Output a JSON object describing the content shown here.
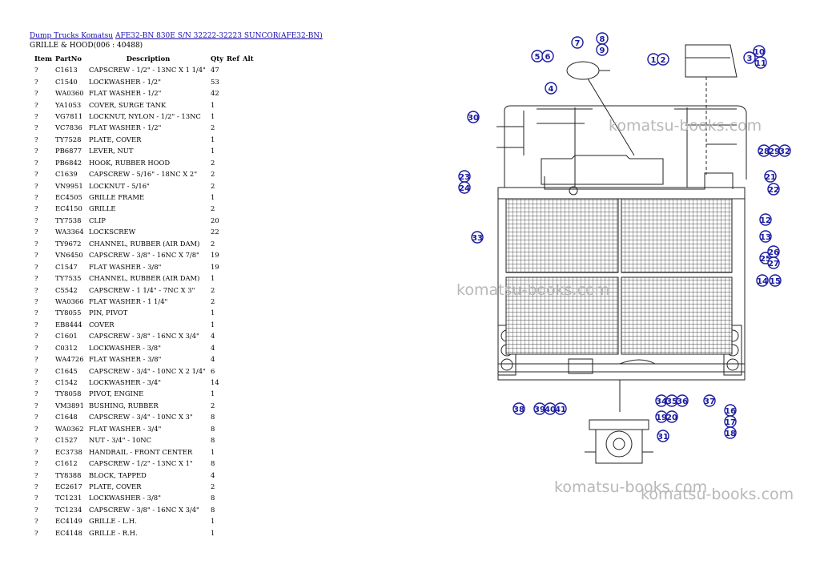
{
  "breadcrumb": {
    "link1": "Dump Trucks Komatsu",
    "link2": "AFE32-BN 830E S/N 32222-32223 SUNCOR(AFE32-BN)"
  },
  "subtitle": "GRILLE & HOOD(006 : 40488)",
  "table": {
    "headers": [
      "Item",
      "PartNo",
      "Description",
      "Qty",
      "Ref",
      "Alt"
    ],
    "rows": [
      [
        "?",
        "C1613",
        "CAPSCREW - 1/2\" - 13NC X 1 1/4\"",
        "47"
      ],
      [
        "?",
        "C1540",
        "LOCKWASHER - 1/2\"",
        "53"
      ],
      [
        "?",
        "WA0360",
        "FLAT WASHER - 1/2\"",
        "42"
      ],
      [
        "?",
        "YA1053",
        "COVER, SURGE TANK",
        "1"
      ],
      [
        "?",
        "VG7811",
        "LOCKNUT, NYLON - 1/2\" - 13NC",
        "1"
      ],
      [
        "?",
        "VC7836",
        "FLAT WASHER - 1/2\"",
        "2"
      ],
      [
        "?",
        "TY7528",
        "PLATE, COVER",
        "1"
      ],
      [
        "?",
        "PB6877",
        "LEVER, NUT",
        "1"
      ],
      [
        "?",
        "PB6842",
        "HOOK, RUBBER HOOD",
        "2"
      ],
      [
        "?",
        "C1639",
        "CAPSCREW - 5/16\" - 18NC X 2\"",
        "2"
      ],
      [
        "?",
        "VN9951",
        "LOCKNUT - 5/16\"",
        "2"
      ],
      [
        "?",
        "EC4505",
        "GRILLE FRAME",
        "1"
      ],
      [
        "?",
        "EC4150",
        "GRILLE",
        "2"
      ],
      [
        "?",
        "TY7538",
        "CLIP",
        "20"
      ],
      [
        "?",
        "WA3364",
        "LOCKSCREW",
        "22"
      ],
      [
        "?",
        "TY9672",
        "CHANNEL, RUBBER (AIR DAM)",
        "2"
      ],
      [
        "?",
        "VN6450",
        "CAPSCREW - 3/8\" - 16NC X 7/8\"",
        "19"
      ],
      [
        "?",
        "C1547",
        "FLAT WASHER - 3/8\"",
        "19"
      ],
      [
        "?",
        "TY7535",
        "CHANNEL, RUBBER (AIR DAM)",
        "1"
      ],
      [
        "?",
        "C5542",
        "CAPSCREW - 1 1/4\" - 7NC X 3\"",
        "2"
      ],
      [
        "?",
        "WA0366",
        "FLAT WASHER - 1 1/4\"",
        "2"
      ],
      [
        "?",
        "TY8055",
        "PIN, PIVOT",
        "1"
      ],
      [
        "?",
        "EB8444",
        "COVER",
        "1"
      ],
      [
        "?",
        "C1601",
        "CAPSCREW - 3/8\" - 16NC X 3/4\"",
        "4"
      ],
      [
        "?",
        "C0312",
        "LOCKWASHER - 3/8\"",
        "4"
      ],
      [
        "?",
        "WA4726",
        "FLAT WASHER - 3/8\"",
        "4"
      ],
      [
        "?",
        "C1645",
        "CAPSCREW - 3/4\" - 10NC X 2 1/4\"",
        "6"
      ],
      [
        "?",
        "C1542",
        "LOCKWASHER - 3/4\"",
        "14"
      ],
      [
        "?",
        "TY8058",
        "PIVOT, ENGINE",
        "1"
      ],
      [
        "?",
        "VM3891",
        "BUSHING, RUBBER",
        "2"
      ],
      [
        "?",
        "C1648",
        "CAPSCREW - 3/4\" - 10NC X 3\"",
        "8"
      ],
      [
        "?",
        "WA0362",
        "FLAT WASHER - 3/4\"",
        "8"
      ],
      [
        "?",
        "C1527",
        "NUT - 3/4\" - 10NC",
        "8"
      ],
      [
        "?",
        "EC3738",
        "HANDRAIL - FRONT CENTER",
        "1"
      ],
      [
        "?",
        "C1612",
        "CAPSCREW - 1/2\" - 13NC X 1\"",
        "8"
      ],
      [
        "?",
        "TY8388",
        "BLOCK, TAPPED",
        "4"
      ],
      [
        "?",
        "EC2617",
        "PLATE, COVER",
        "2"
      ],
      [
        "?",
        "TC1231",
        "LOCKWASHER - 3/8\"",
        "8"
      ],
      [
        "?",
        "TC1234",
        "CAPSCREW - 3/8\" - 16NC X 3/4\"",
        "8"
      ],
      [
        "?",
        "EC4149",
        "GRILLE - L.H.",
        "1"
      ],
      [
        "?",
        "EC4148",
        "GRILLE - R.H.",
        "1"
      ]
    ]
  },
  "watermarks": [
    "komatsu-books.com",
    "komatsu-books.com",
    "komatsu-books.com",
    "komatsu-books.com"
  ],
  "callouts": [
    "1",
    "2",
    "3",
    "4",
    "5",
    "6",
    "7",
    "8",
    "9",
    "10",
    "11",
    "12",
    "13",
    "14",
    "15",
    "16",
    "17",
    "18",
    "19",
    "20",
    "21",
    "22",
    "23",
    "24",
    "25",
    "26",
    "27",
    "28",
    "29",
    "30",
    "31",
    "32",
    "33",
    "34",
    "35",
    "36",
    "37",
    "38",
    "39",
    "40",
    "41"
  ],
  "colors": {
    "link": "#1a0dab",
    "callout": "#1a1aa0",
    "watermark": "#b8b8b8"
  }
}
